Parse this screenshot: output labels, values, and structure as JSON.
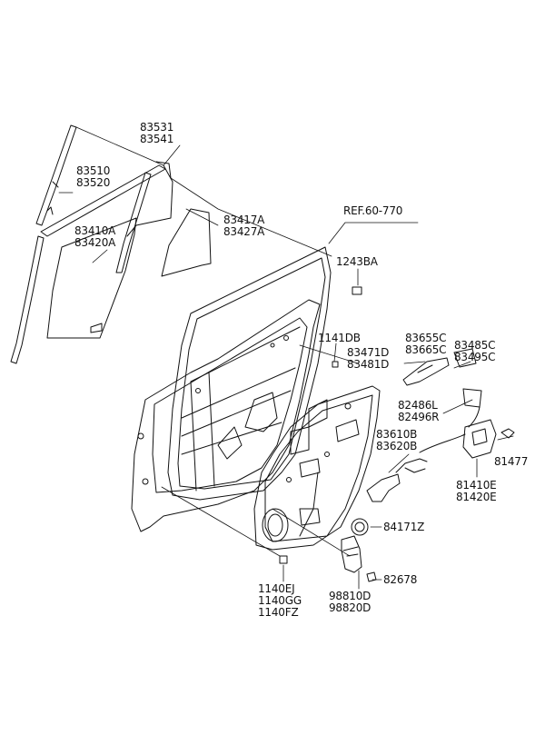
{
  "diagram": {
    "reference": "REF.60-770",
    "callouts": [
      {
        "id": "c1",
        "lines": [
          "83531",
          "83541"
        ]
      },
      {
        "id": "c2",
        "lines": [
          "83510",
          "83520"
        ]
      },
      {
        "id": "c3",
        "lines": [
          "83410A",
          "83420A"
        ]
      },
      {
        "id": "c4",
        "lines": [
          "83417A",
          "83427A"
        ]
      },
      {
        "id": "c5",
        "lines": [
          "1243BA"
        ]
      },
      {
        "id": "c6",
        "lines": [
          "1141DB"
        ]
      },
      {
        "id": "c7",
        "lines": [
          "83471D",
          "83481D"
        ]
      },
      {
        "id": "c8",
        "lines": [
          "83655C",
          "83665C"
        ]
      },
      {
        "id": "c9",
        "lines": [
          "83485C",
          "83495C"
        ]
      },
      {
        "id": "c10",
        "lines": [
          "82486L",
          "82496R"
        ]
      },
      {
        "id": "c11",
        "lines": [
          "83610B",
          "83620B"
        ]
      },
      {
        "id": "c12",
        "lines": [
          "81477"
        ]
      },
      {
        "id": "c13",
        "lines": [
          "81410E",
          "81420E"
        ]
      },
      {
        "id": "c14",
        "lines": [
          "84171Z"
        ]
      },
      {
        "id": "c15",
        "lines": [
          "82678"
        ]
      },
      {
        "id": "c16",
        "lines": [
          "1140EJ",
          "1140GG",
          "1140FZ"
        ]
      },
      {
        "id": "c17",
        "lines": [
          "98810D",
          "98820D"
        ]
      }
    ]
  }
}
